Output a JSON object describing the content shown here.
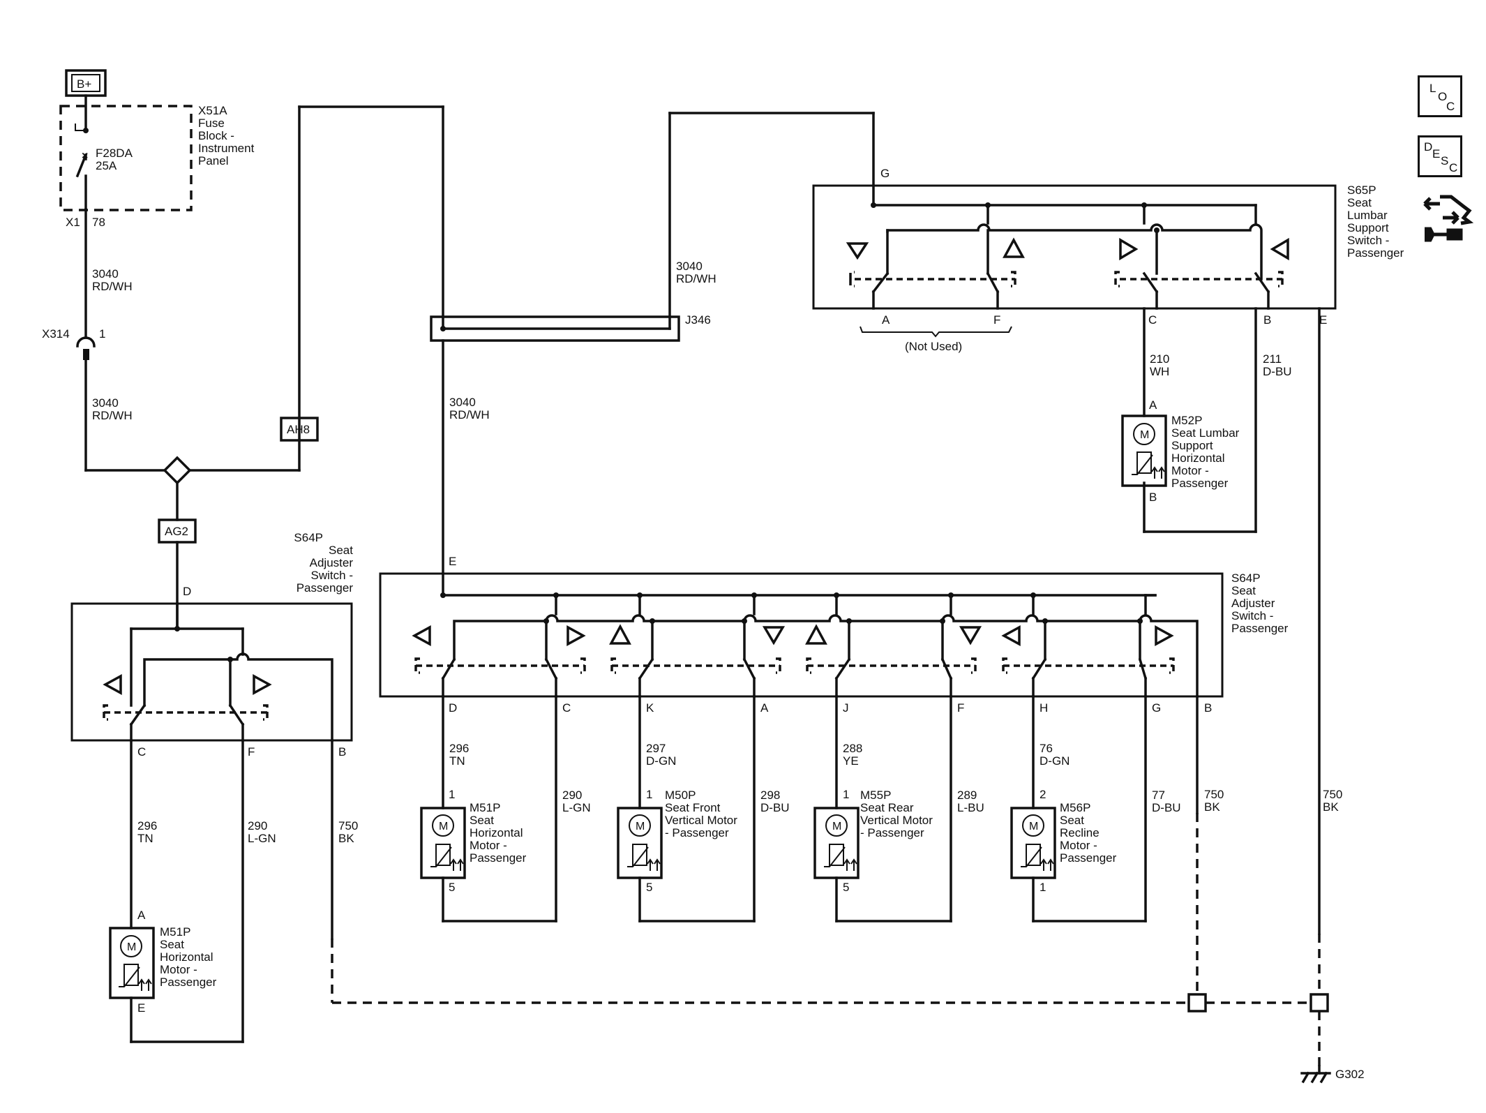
{
  "nav": {
    "loc": [
      "L",
      "O",
      "C"
    ],
    "desc": [
      "D",
      "E",
      "S",
      "C"
    ],
    "icon": "connector-end-view-wrench-icon"
  },
  "power": {
    "source": "B+",
    "fuse_block": [
      "X51A",
      "Fuse",
      "Block -",
      "Instrument",
      "Panel"
    ],
    "fuse": [
      "F28DA",
      "25A"
    ],
    "fuse_pins": [
      "X1",
      "78"
    ]
  },
  "wires": {
    "w3040_a": [
      "3040",
      "RD/WH"
    ],
    "w3040_b": [
      "3040",
      "RD/WH"
    ],
    "w3040_c": [
      "3040",
      "RD/WH"
    ],
    "w3040_d": [
      "3040",
      "RD/WH"
    ]
  },
  "connectors": {
    "x314": "X314",
    "x314_pin": "1",
    "ah8": "AH8",
    "ag2": "AG2",
    "j346": "J346"
  },
  "lumbar_switch": {
    "title": [
      "S65P",
      "Seat",
      "Lumbar",
      "Support",
      "Switch -",
      "Passenger"
    ],
    "pin_top": "G",
    "pins": [
      "A",
      "F",
      "C",
      "B",
      "E"
    ],
    "not_used": "(Not Used)"
  },
  "lumbar_motor": {
    "pin_top": "A",
    "pin_bottom": "B",
    "wire_c": [
      "210",
      "WH"
    ],
    "wire_b": [
      "211",
      "D-BU"
    ],
    "title": [
      "M52P",
      "Seat Lumbar",
      "Support",
      "Horizontal",
      "Motor -",
      "Passenger"
    ],
    "symbol": "M"
  },
  "left_switch": {
    "title": [
      "S64P",
      "Seat",
      "Adjuster",
      "Switch -",
      "Passenger"
    ],
    "pin_top": "D",
    "pins": [
      "C",
      "F",
      "B"
    ],
    "wire_c": [
      "296",
      "TN"
    ],
    "wire_f": [
      "290",
      "L-GN"
    ],
    "wire_b": [
      "750",
      "BK"
    ]
  },
  "left_motor": {
    "pin_top": "A",
    "pin_bottom": "E",
    "symbol": "M",
    "title": [
      "M51P",
      "Seat",
      "Horizontal",
      "Motor -",
      "Passenger"
    ]
  },
  "main_switch": {
    "title": [
      "S64P",
      "Seat",
      "Adjuster",
      "Switch -",
      "Passenger"
    ],
    "pin_top": "E",
    "pins": [
      "D",
      "C",
      "K",
      "A",
      "J",
      "F",
      "H",
      "G",
      "B"
    ]
  },
  "motors": [
    {
      "wire_top": [
        "296",
        "TN"
      ],
      "pin_top": "1",
      "pin_bottom": "5",
      "return": [
        "290",
        "L-GN"
      ],
      "symbol": "M",
      "title": [
        "M51P",
        "Seat",
        "Horizontal",
        "Motor -",
        "Passenger"
      ]
    },
    {
      "wire_top": [
        "297",
        "D-GN"
      ],
      "pin_top": "1",
      "pin_bottom": "5",
      "return": [
        "298",
        "D-BU"
      ],
      "symbol": "M",
      "title": [
        "M50P",
        "Seat Front",
        "Vertical Motor",
        "- Passenger"
      ]
    },
    {
      "wire_top": [
        "288",
        "YE"
      ],
      "pin_top": "1",
      "pin_bottom": "5",
      "return": [
        "289",
        "L-BU"
      ],
      "symbol": "M",
      "title": [
        "M55P",
        "Seat Rear",
        "Vertical Motor",
        "- Passenger"
      ]
    },
    {
      "wire_top": [
        "76",
        "D-GN"
      ],
      "pin_top": "2",
      "pin_bottom": "1",
      "return": [
        "77",
        "D-BU"
      ],
      "symbol": "M",
      "title": [
        "M56P",
        "Seat",
        "Recline",
        "Motor -",
        "Passenger"
      ]
    }
  ],
  "ground": {
    "wire_b": [
      "750",
      "BK"
    ],
    "wire_e": [
      "750",
      "BK"
    ],
    "label": "G302"
  }
}
